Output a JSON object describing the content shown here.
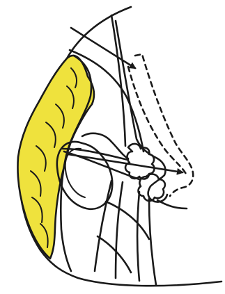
{
  "colors": {
    "background": "#ffffff",
    "ink": "#1a1a1a",
    "fat_fill": "#efe23d"
  },
  "figure": {
    "elements": [
      "skin-outline",
      "yellow-fat-layer",
      "glandular-tissue",
      "original-nipple-contour",
      "displaced-nipple-contour-dashed",
      "displacement-arrow-upper",
      "displacement-arrow-lower"
    ]
  }
}
